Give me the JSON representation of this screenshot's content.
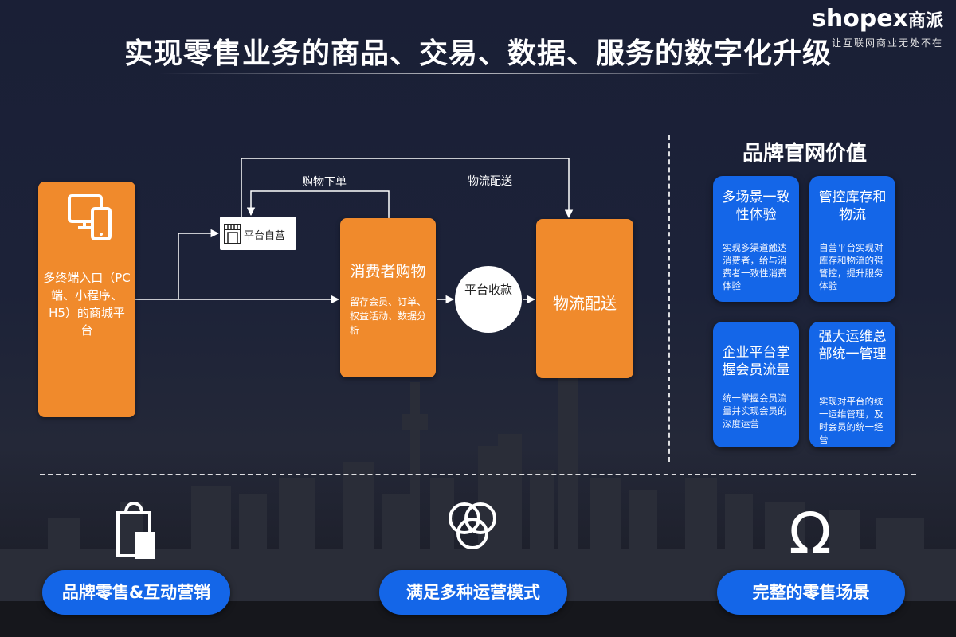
{
  "header": {
    "title": "实现零售业务的商品、交易、数据、服务的数字化升级",
    "logo_brand": "shopex",
    "logo_brand_cn": "商派",
    "logo_slogan": "让互联网商业无处不在"
  },
  "flow": {
    "terminal_text": "多终端入口（PC端、小程序、H5）的商城平台",
    "platform_label": "平台自营",
    "shopping_title": "消费者购物",
    "shopping_desc": "留存会员、订单、权益活动、数据分析",
    "payment_label": "平台收款",
    "logistics_title": "物流配送",
    "edge_order_label": "购物下单",
    "edge_logistics_label": "物流配送"
  },
  "values": {
    "title": "品牌官网价值",
    "cards": [
      {
        "title": "多场景一致性体验",
        "desc": "实现多渠道触达消费者，给与消费者一致性消费体验"
      },
      {
        "title": "管控库存和物流",
        "desc": "自营平台实现对库存和物流的强管控，提升服务体验"
      },
      {
        "title": "企业平台掌握会员流量",
        "desc": "统一掌握会员流量并实现会员的深度运营"
      },
      {
        "title": "强大运维总部统一管理",
        "desc": "实现对平台的统一运维管理，及时会员的统一经营"
      }
    ]
  },
  "bottom": [
    {
      "label": "品牌零售&互动营销",
      "icon": "shopping-bag-icon"
    },
    {
      "label": "满足多种运营模式",
      "icon": "overlapping-circles-icon"
    },
    {
      "label": "完整的零售场景",
      "icon": "omega-icon"
    }
  ],
  "colors": {
    "orange": "#f08a2c",
    "blue": "#1466e8",
    "background": "#1c2238"
  }
}
